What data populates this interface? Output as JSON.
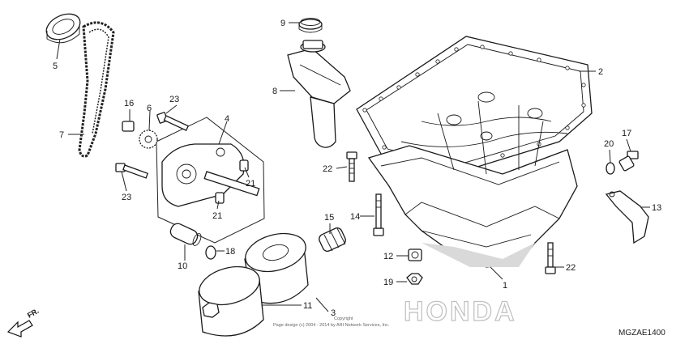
{
  "callouts": [
    {
      "id": "c1",
      "label": "1"
    },
    {
      "id": "c2",
      "label": "2"
    },
    {
      "id": "c3",
      "label": "3"
    },
    {
      "id": "c4",
      "label": "4"
    },
    {
      "id": "c5",
      "label": "5"
    },
    {
      "id": "c6",
      "label": "6"
    },
    {
      "id": "c7",
      "label": "7"
    },
    {
      "id": "c8",
      "label": "8"
    },
    {
      "id": "c9",
      "label": "9"
    },
    {
      "id": "c10",
      "label": "10"
    },
    {
      "id": "c11",
      "label": "11"
    },
    {
      "id": "c12",
      "label": "12"
    },
    {
      "id": "c13",
      "label": "13"
    },
    {
      "id": "c14",
      "label": "14"
    },
    {
      "id": "c15",
      "label": "15"
    },
    {
      "id": "c16",
      "label": "16"
    },
    {
      "id": "c17",
      "label": "17"
    },
    {
      "id": "c18",
      "label": "18"
    },
    {
      "id": "c19",
      "label": "19"
    },
    {
      "id": "c20",
      "label": "20"
    },
    {
      "id": "c21a",
      "label": "21"
    },
    {
      "id": "c21b",
      "label": "21"
    },
    {
      "id": "c22a",
      "label": "22"
    },
    {
      "id": "c22b",
      "label": "22"
    },
    {
      "id": "c23a",
      "label": "23"
    },
    {
      "id": "c23b",
      "label": "23"
    }
  ],
  "diagram_code": "MGZAE1400",
  "front_marker": "FR.",
  "watermark": "HONDA",
  "copyright": "Page design (c) 2004 - 2014 by ARI Network Services, Inc.",
  "copyright_short": "Copyright"
}
